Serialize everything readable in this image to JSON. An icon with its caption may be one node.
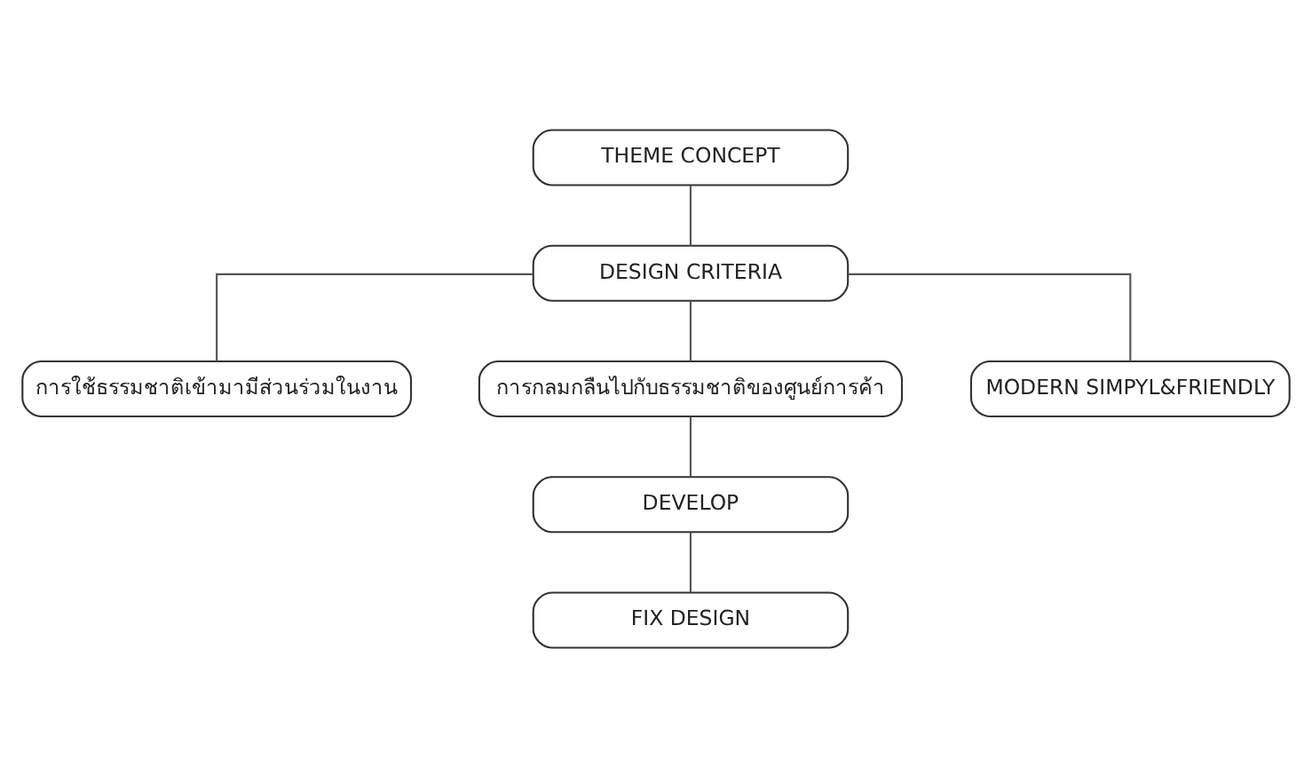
{
  "diagram": {
    "nodes": [
      {
        "text": [
          "THEME CONCEPT"
        ]
      },
      {
        "text": [
          "DESIGN CRITERIA"
        ]
      },
      {
        "text": [
          "การใช้ธรรมชาติเข้ามามีส่วนร่วมในงาน"
        ]
      },
      {
        "text": [
          "การกลมกลืนไปกับธรรมชาติของศูนย์การค้า"
        ]
      },
      {
        "text": [
          "MODERN SIMPYL&FRIENDLY"
        ]
      },
      {
        "text": [
          "DEVELOP"
        ]
      },
      {
        "text": [
          "FIX DESIGN"
        ]
      }
    ],
    "edges": [
      {
        "from": 0,
        "to": 1,
        "arrow": "none"
      },
      {
        "from": 1,
        "to": 2,
        "arrow": "none"
      },
      {
        "from": 1,
        "to": 3,
        "arrow": "none"
      },
      {
        "from": 1,
        "to": 4,
        "arrow": "none"
      },
      {
        "from": 3,
        "to": 5,
        "arrow": "none"
      },
      {
        "from": 5,
        "to": 6,
        "arrow": "none"
      }
    ]
  }
}
